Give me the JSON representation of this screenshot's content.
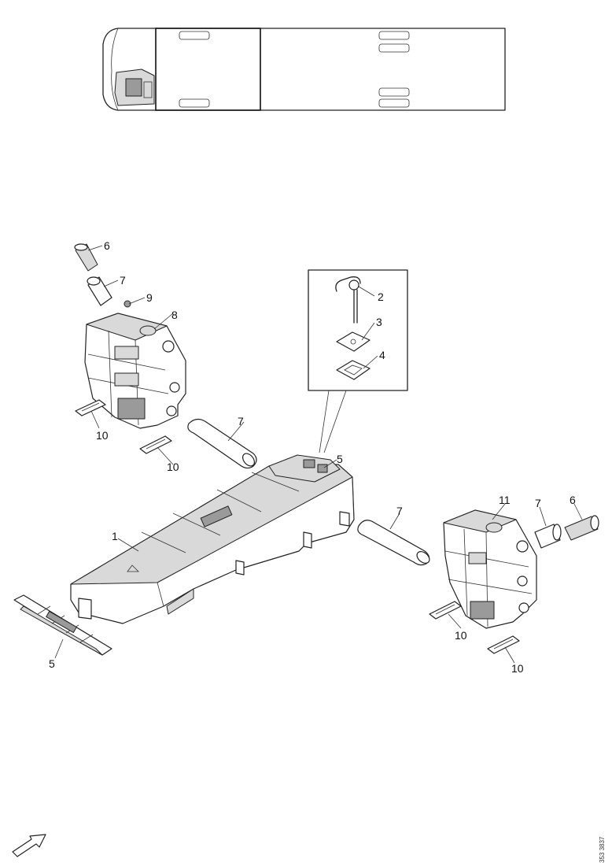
{
  "callouts": {
    "c1": "1",
    "c2": "2",
    "c3": "3",
    "c4": "4",
    "c5": "5",
    "c6": "6",
    "c7": "7",
    "c8": "8",
    "c9": "9",
    "c10": "10",
    "c11": "11"
  },
  "drawing_id": "353 3837"
}
